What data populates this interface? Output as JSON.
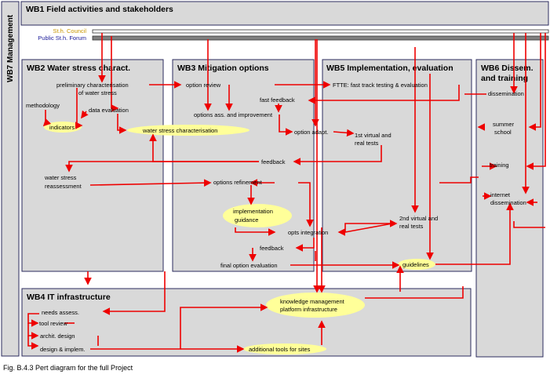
{
  "blocks": {
    "wb1": "WB1 Field activities and stakeholders",
    "wb7": "WB7 Management",
    "wb2": "WB2 Water stress charact.",
    "wb3": "WB3 Mitigation options",
    "wb5": "WB5 Implementation, evaluation",
    "wb6_line1": "WB6 Dissem.",
    "wb6_line2": "and training",
    "wb4": "WB4 IT infrastructure"
  },
  "bars": {
    "council": "St.h. Council",
    "forum": "Public St.h. Forum"
  },
  "tasks": {
    "prelim1": "preliminary characterisation",
    "prelim2": "of water stress",
    "methodology": "methodology",
    "data_eval": "data evaluation",
    "indicators": "indicators",
    "ws_char": "water stress characterisation",
    "ws_reass1": "water stress",
    "ws_reass2": "reassessment",
    "option_review": "option review",
    "options_ass": "options ass. and improvement",
    "fast_feedback": "fast feedback",
    "option_adapt": "option adapt.",
    "feedback1": "feedback",
    "options_ref": "options refinement",
    "impl_guid1": "implementation",
    "impl_guid2": "guidance",
    "opts_integ": "opts integration",
    "feedback2": "feedback",
    "final_eval": "final option evaluation",
    "fttt": "FTTE: fast track testing & evaluation",
    "virt1_a": "1st virtual and",
    "virt1_b": "real tests",
    "virt2_a": "2nd virtual and",
    "virt2_b": "real tests",
    "guidelines": "guidelines",
    "dissemination": "dissemination",
    "summer1": "summer",
    "summer2": "school",
    "training": "training",
    "internet1": "internet",
    "internet2": "dissemination",
    "needs": "needs assess.",
    "tool_review": "tool review",
    "archit": "archit. design",
    "design_impl": "design & implem.",
    "kmp1": "knowledge management",
    "kmp2": "platform infrastructure",
    "add_tools": "additional tools for sites"
  },
  "caption": "Fig. B.4.3 Pert diagram for the full Project",
  "colors": {
    "box_fill": "#d9d9d9",
    "box_border": "#2b2b5e",
    "arrow": "#ee0000",
    "highlight": "#ffff99",
    "bar_label": "#c89600",
    "forum_label": "#1a1a99"
  }
}
